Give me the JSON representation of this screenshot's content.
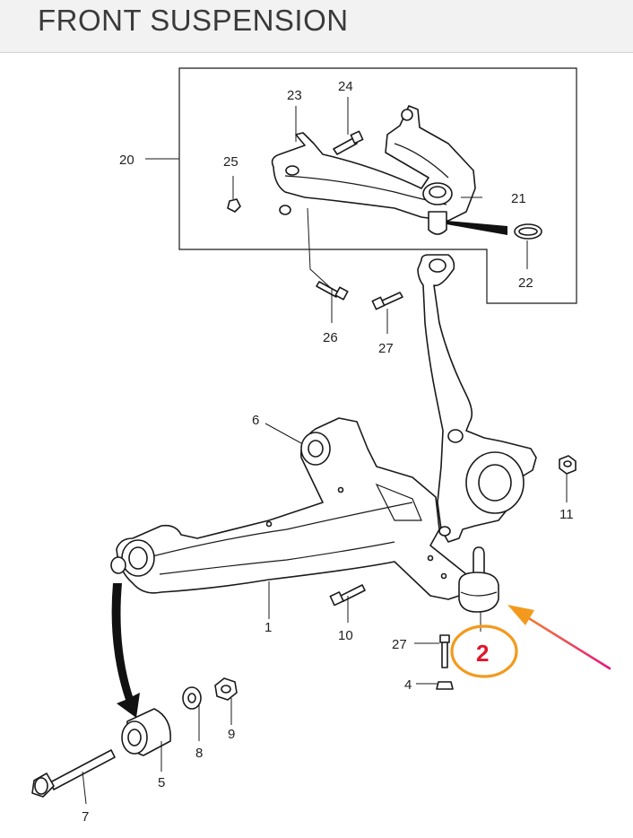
{
  "title": "FRONT SUSPENSION",
  "callouts": [
    "1",
    "2",
    "4",
    "5",
    "6",
    "7",
    "8",
    "9",
    "10",
    "11",
    "20",
    "21",
    "22",
    "23",
    "24",
    "25",
    "26",
    "27",
    "27"
  ],
  "highlight": {
    "label": "2",
    "circle_color": "#f39a1e",
    "arrow_start_color": "#e8157f",
    "arrow_end_color": "#f39a1e",
    "text_color": "#e0162b"
  }
}
